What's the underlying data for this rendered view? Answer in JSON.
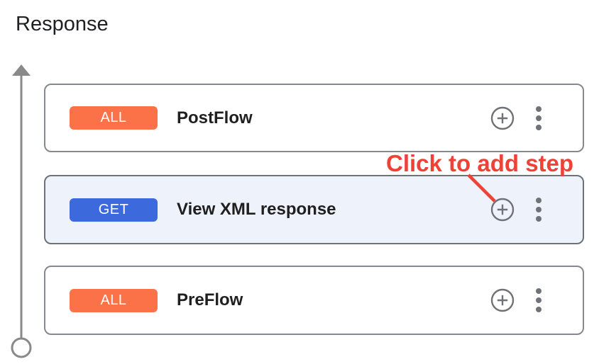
{
  "page": {
    "title": "Response"
  },
  "flow": {
    "cards": [
      {
        "method": "ALL",
        "name": "PostFlow",
        "badge_color": "#FB7248",
        "selected": false
      },
      {
        "method": "GET",
        "name": "View XML response",
        "badge_color": "#3C69DC",
        "selected": true
      },
      {
        "method": "ALL",
        "name": "PreFlow",
        "badge_color": "#FB7248",
        "selected": false
      }
    ]
  },
  "annotation": {
    "label": "Click to add step",
    "color": "#EE4237"
  },
  "icons": {
    "add_step": "plus-circle-icon",
    "more_options": "kebab-menu-icon",
    "flow_axis": "arrow-up-icon",
    "flow_terminal": "open-circle-icon"
  },
  "colors": {
    "card_border": "#85898D",
    "selected_card_border": "#6E7276",
    "selected_card_bg": "#EDF2FB",
    "icon": "#6F7276",
    "arrow": "#8A8A8A",
    "text": "#202124"
  }
}
